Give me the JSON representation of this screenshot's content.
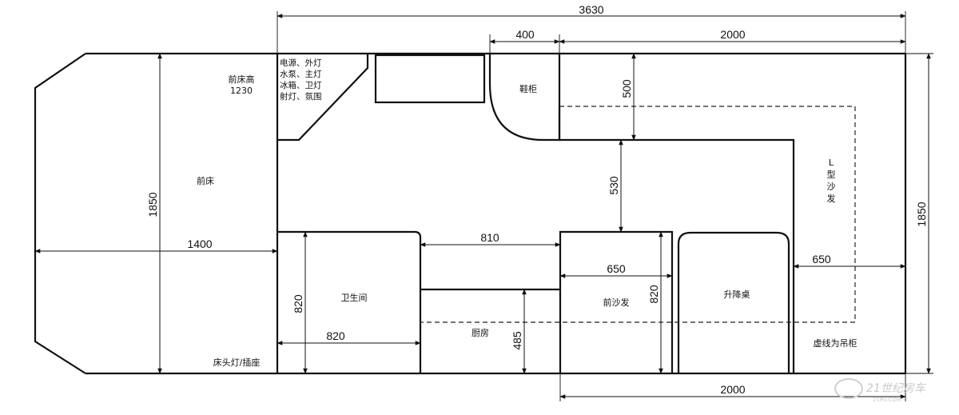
{
  "dimensions": {
    "total_length": "3630",
    "top_front": "400",
    "top_rear": "2000",
    "bottom_rear": "2000",
    "front_bed_width": "1400",
    "front_bed_depth": "1850",
    "rear_depth": "1850",
    "shoe_cabinet_depth": "500",
    "aisle_depth": "530",
    "aisle_width": "810",
    "bathroom_depth": "820",
    "bathroom_width": "820",
    "kitchen_depth": "485",
    "front_sofa_width": "650",
    "front_sofa_depth": "820",
    "l_sofa_width": "650"
  },
  "labels": {
    "front_bed": "前床",
    "front_bed_height_line1": "前床高",
    "front_bed_height_line2": "1230",
    "bedside": "床头灯/插座",
    "controls_line1": "电源、外灯",
    "controls_line2": "水泵、主灯",
    "controls_line3": "冰箱、卫灯",
    "controls_line4": "射灯、氛围",
    "shoe_cabinet": "鞋柜",
    "l_sofa_1": "L",
    "l_sofa_2": "型",
    "l_sofa_3": "沙",
    "l_sofa_4": "发",
    "bathroom": "卫生间",
    "kitchen": "厨房",
    "front_sofa": "前沙发",
    "lift_table": "升降桌",
    "dashed_note": "虚线为吊柜"
  },
  "watermark": {
    "text": "21世纪房车",
    "sub": "21RV.COM"
  }
}
